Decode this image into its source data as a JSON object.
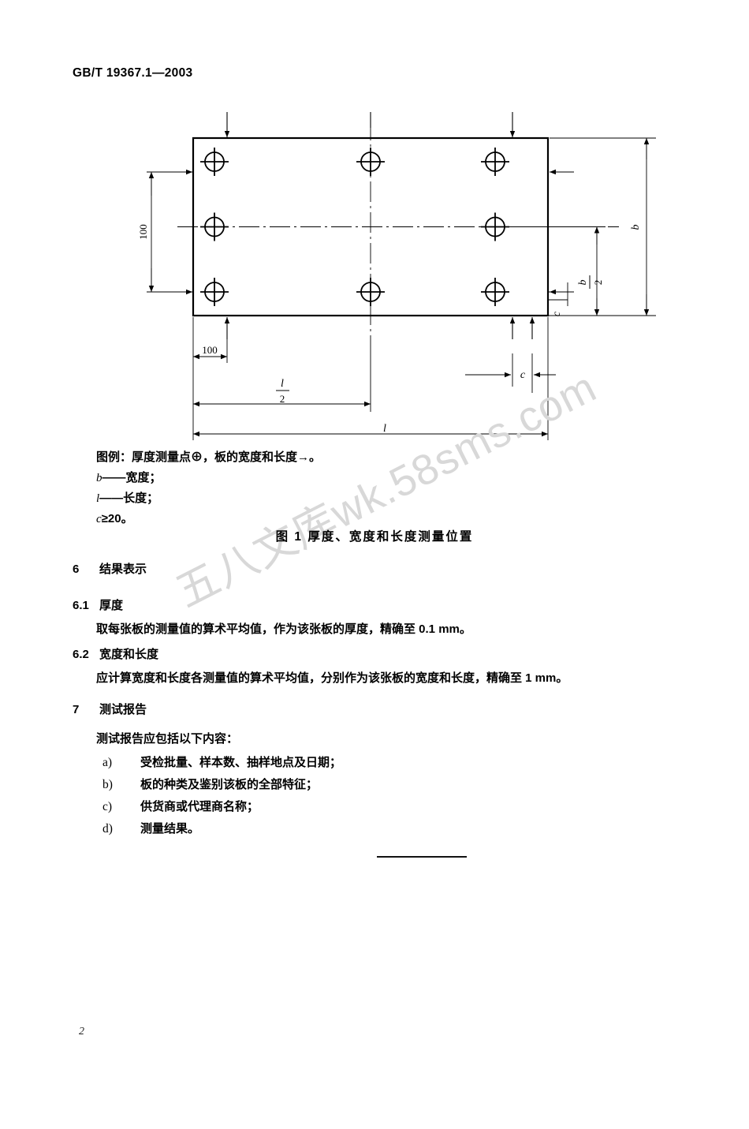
{
  "document": {
    "standard_number": "GB/T 19367.1—2003",
    "page_number": "2",
    "watermark": "五八文库wk.58sms.com"
  },
  "figure": {
    "caption": "图 1  厚度、宽度和长度测量位置",
    "legend_line": "图例：厚度测量点⊕，板的宽度和长度→。",
    "symbols": [
      {
        "symbol": "b",
        "separator": "——",
        "meaning": "宽度；"
      },
      {
        "symbol": "l",
        "separator": "——",
        "meaning": "长度；"
      },
      {
        "symbol": "c",
        "separator": "",
        "meaning": "≥20。"
      }
    ],
    "dimension_labels": {
      "edge_offset_vertical": "100",
      "edge_offset_horizontal": "100",
      "half_length": "l/2",
      "length": "l",
      "width": "b",
      "half_width": "b/2",
      "edge_distance": "c"
    },
    "measurement_points": 9,
    "grid": {
      "rows": 3,
      "cols": 3
    }
  },
  "sections": [
    {
      "id": "6",
      "number": "6",
      "title": "结果表示",
      "level": 1
    },
    {
      "id": "6.1",
      "number": "6.1",
      "title": "厚度",
      "level": 2,
      "body": "取每张板的测量值的算术平均值，作为该张板的厚度，精确至 0.1 mm。"
    },
    {
      "id": "6.2",
      "number": "6.2",
      "title": "宽度和长度",
      "level": 2,
      "body": "应计算宽度和长度各测量值的算术平均值，分别作为该张板的宽度和长度，精确至 1 mm。"
    },
    {
      "id": "7",
      "number": "7",
      "title": "测试报告",
      "level": 1,
      "body": "测试报告应包括以下内容："
    }
  ],
  "report_items": [
    {
      "marker": "a)",
      "text": "受检批量、样本数、抽样地点及日期；"
    },
    {
      "marker": "b)",
      "text": "板的种类及鉴别该板的全部特征；"
    },
    {
      "marker": "c)",
      "text": "供货商或代理商名称；"
    },
    {
      "marker": "d)",
      "text": "测量结果。"
    }
  ]
}
